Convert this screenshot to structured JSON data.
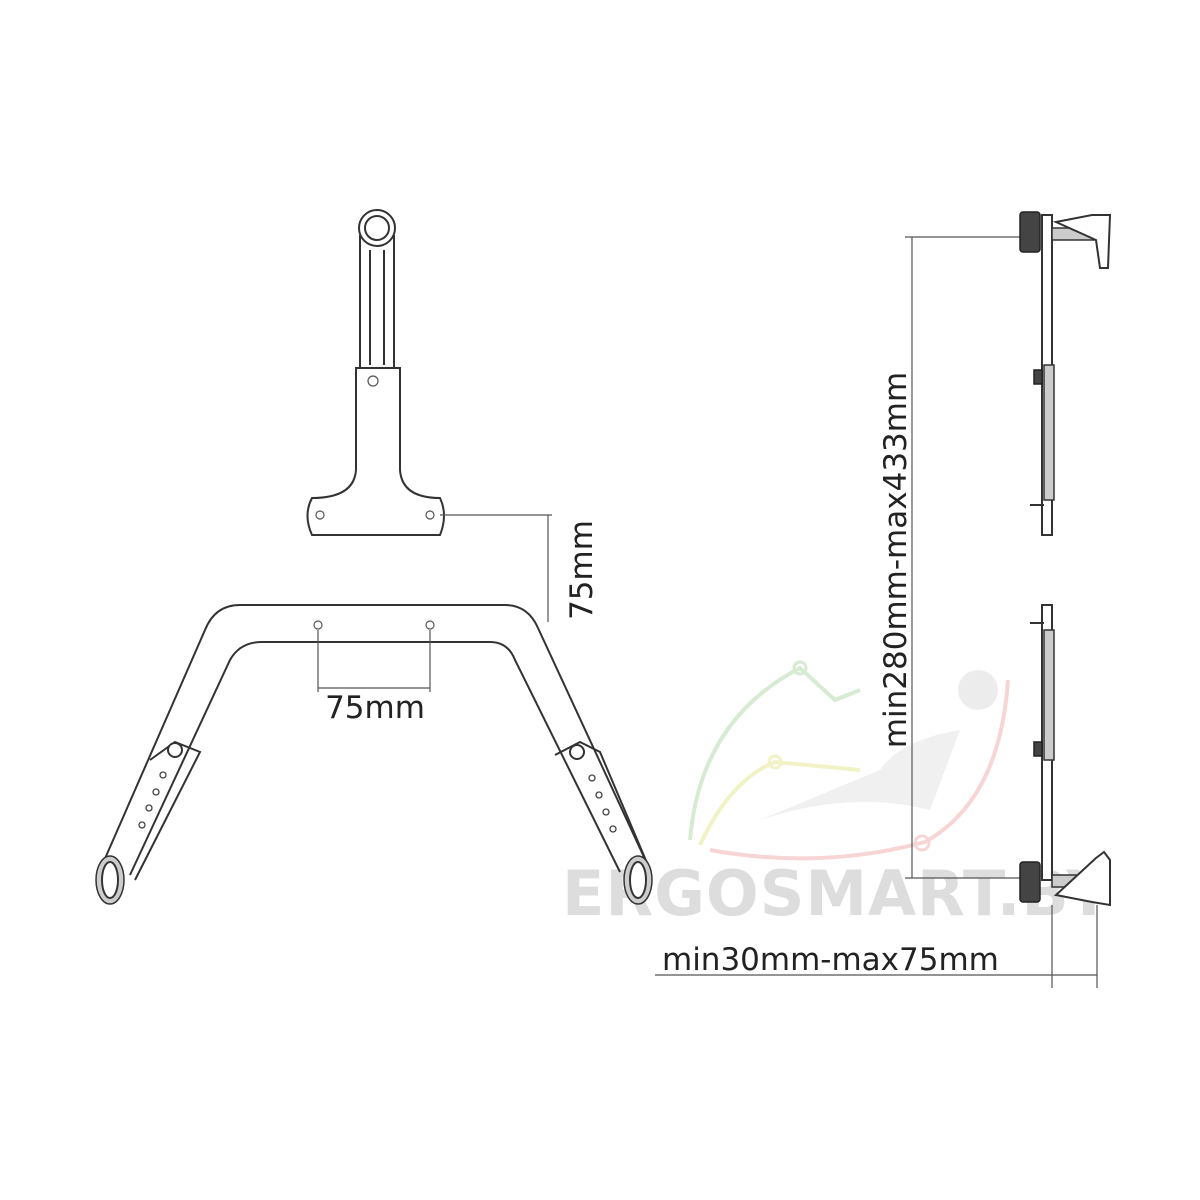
{
  "dimensions": {
    "arm_height": "75mm",
    "hole_spacing": "75mm",
    "bracket_range_height": "min280mm-max433mm",
    "bracket_range_depth": "min30mm-max75mm"
  },
  "watermark": "ERGOSMART.BY",
  "colors": {
    "line": "#333333",
    "watermark": "#dddddd",
    "logo_green": "#b8dcb0",
    "logo_red": "#f3b4b4",
    "logo_yellow": "#e8e89a"
  }
}
